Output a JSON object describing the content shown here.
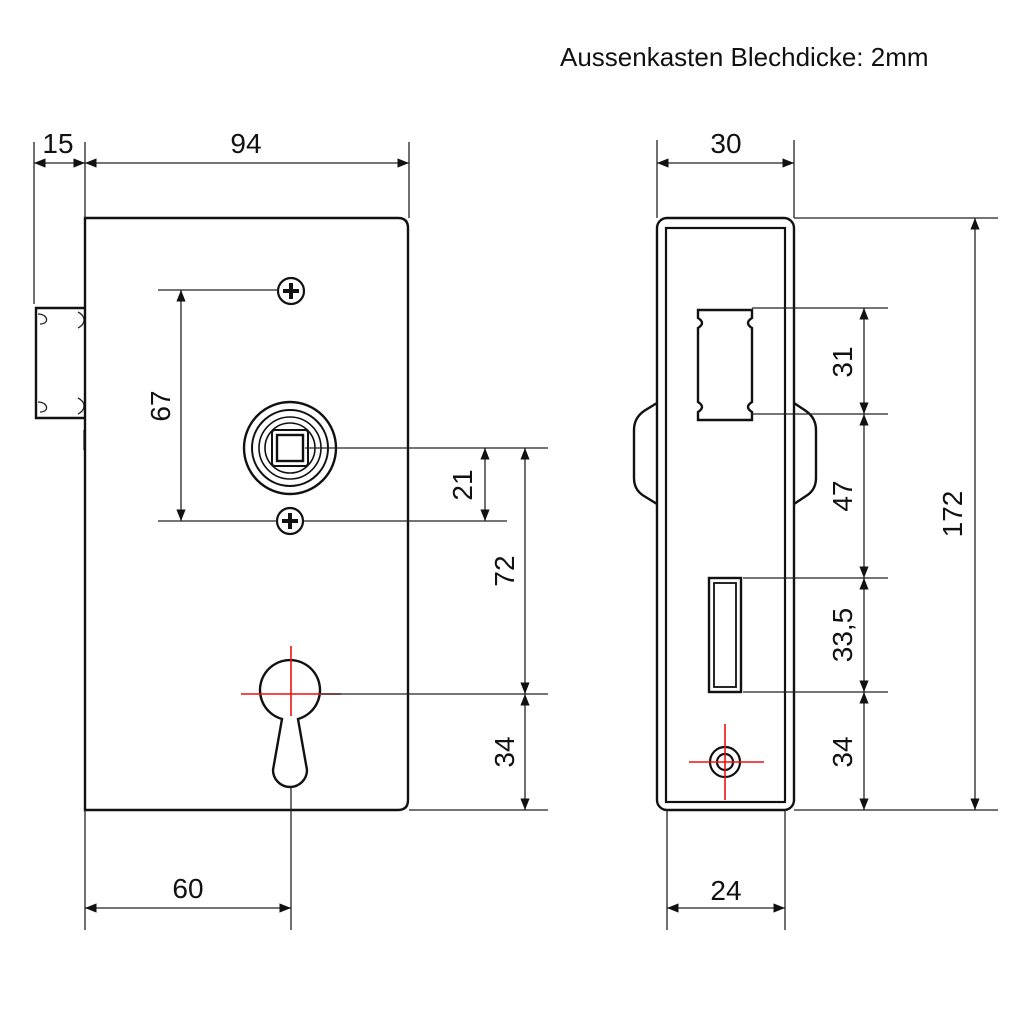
{
  "title": "Aussenkasten Blechdicke: 2mm",
  "front_view": {
    "dimensions": {
      "forend_projection": "15",
      "width": "94",
      "screw_spacing": "67",
      "spindle_to_screw": "21",
      "spindle_to_cylinder": "72",
      "cylinder_to_bottom": "34",
      "cylinder_backset": "60"
    }
  },
  "side_view": {
    "dimensions": {
      "depth": "30",
      "height": "172",
      "latch_height": "31",
      "latch_to_bolt": "47",
      "bolt_height": "33,5",
      "bolt_to_bottom": "34",
      "faceplate_width": "24"
    }
  },
  "colors": {
    "line": "#111111",
    "crosshair": "#ee1111"
  }
}
